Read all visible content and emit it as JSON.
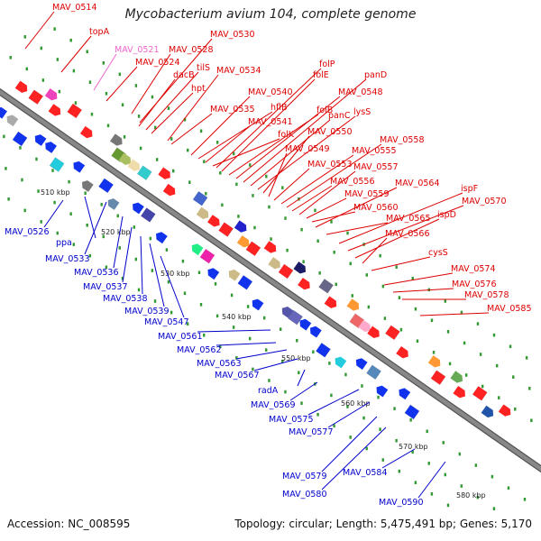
{
  "title": "Mycobacterium avium 104, complete genome",
  "footer": {
    "accession": "Accession: NC_008595",
    "info": "Topology: circular; Length: 5,475,491 bp; Genes: 5,170"
  },
  "colors": {
    "forward_label": "#dd0000",
    "reverse_label": "#0000cc",
    "highlight_label": "#ee66cc",
    "backbone": "#888888",
    "tick": "#339933"
  },
  "scale_labels": [
    "510 kbp",
    "520 kbp",
    "530 kbp",
    "540 kbp",
    "550 kbp",
    "560 kbp",
    "570 kbp",
    "580 kbp"
  ],
  "forward_genes": [
    {
      "name": "MAV_0514"
    },
    {
      "name": "topA"
    },
    {
      "name": "MAV_0521",
      "highlight": true
    },
    {
      "name": "MAV_0524"
    },
    {
      "name": "MAV_0528"
    },
    {
      "name": "MAV_0530"
    },
    {
      "name": "dacB"
    },
    {
      "name": "tilS"
    },
    {
      "name": "hpt"
    },
    {
      "name": "MAV_0534"
    },
    {
      "name": "MAV_0535"
    },
    {
      "name": "MAV_0540"
    },
    {
      "name": "hflB"
    },
    {
      "name": "MAV_0541"
    },
    {
      "name": "folK"
    },
    {
      "name": "folP"
    },
    {
      "name": "folE"
    },
    {
      "name": "folB"
    },
    {
      "name": "MAV_0548"
    },
    {
      "name": "panD"
    },
    {
      "name": "panC"
    },
    {
      "name": "lysS"
    },
    {
      "name": "MAV_0550"
    },
    {
      "name": "MAV_0549"
    },
    {
      "name": "MAV_0553"
    },
    {
      "name": "MAV_0555"
    },
    {
      "name": "MAV_0558"
    },
    {
      "name": "MAV_0556"
    },
    {
      "name": "MAV_0557"
    },
    {
      "name": "MAV_0559"
    },
    {
      "name": "MAV_0560"
    },
    {
      "name": "MAV_0564"
    },
    {
      "name": "MAV_0565"
    },
    {
      "name": "ispF"
    },
    {
      "name": "MAV_0570"
    },
    {
      "name": "ispD"
    },
    {
      "name": "MAV_0566"
    },
    {
      "name": "cysS"
    },
    {
      "name": "MAV_0574"
    },
    {
      "name": "MAV_0576"
    },
    {
      "name": "MAV_0578"
    },
    {
      "name": "MAV_0585"
    }
  ],
  "reverse_genes": [
    {
      "name": "MAV_0526"
    },
    {
      "name": "ppa"
    },
    {
      "name": "MAV_0533"
    },
    {
      "name": "MAV_0536"
    },
    {
      "name": "MAV_0537"
    },
    {
      "name": "MAV_0538"
    },
    {
      "name": "MAV_0539"
    },
    {
      "name": "MAV_0547"
    },
    {
      "name": "MAV_0561"
    },
    {
      "name": "MAV_0562"
    },
    {
      "name": "MAV_0563"
    },
    {
      "name": "MAV_0567"
    },
    {
      "name": "radA"
    },
    {
      "name": "MAV_0569"
    },
    {
      "name": "MAV_0575"
    },
    {
      "name": "MAV_0577"
    },
    {
      "name": "MAV_0579"
    },
    {
      "name": "MAV_0580"
    },
    {
      "name": "MAV_0584"
    },
    {
      "name": "MAV_0590"
    }
  ]
}
